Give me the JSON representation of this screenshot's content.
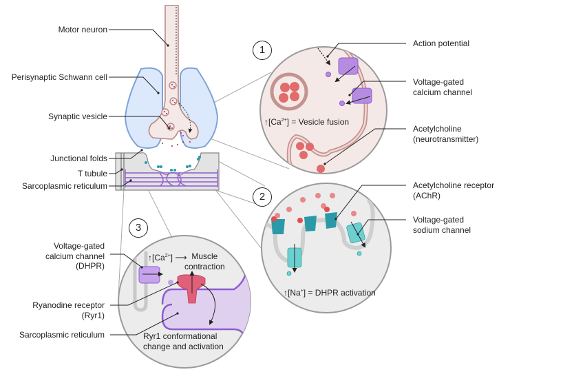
{
  "title": "Neuromuscular junction signaling",
  "colors": {
    "neuron_fill": "#f5e9e7",
    "neuron_stroke": "#b98a86",
    "schwann_fill": "#dce8fb",
    "schwann_stroke": "#7ea3d6",
    "muscle_fill": "#e3e3e3",
    "reticulum": "#8e5bd0",
    "ach": "#e07a7a",
    "achr": "#2a9aa8",
    "na_channel": "#5cc4c4",
    "ca_channel": "#b58ce0",
    "ryr1": "#e0607a",
    "callout_circle": "#9a9a9a"
  },
  "left_labels": {
    "motor_neuron": "Motor neuron",
    "schwann": "Perisynaptic Schwann cell",
    "vesicle": "Synaptic vesicle",
    "folds": "Junctional folds",
    "t_tubule": "T tubule",
    "sr": "Sarcoplasmic reticulum"
  },
  "panel1": {
    "number": "1",
    "caption_prefix": "[Ca",
    "caption_sup": "2+",
    "caption_suffix": "] = Vesicle fusion",
    "labels": {
      "action_potential": "Action potential",
      "vgcc_line1": "Voltage-gated",
      "vgcc_line2": "calcium channel",
      "ach_line1": "Acetylcholine",
      "ach_line2": "(neurotransmitter)"
    }
  },
  "panel2": {
    "number": "2",
    "caption_prefix": "[Na",
    "caption_sup": "+",
    "caption_suffix": "] = DHPR activation",
    "labels": {
      "achr_line1": "Acetylcholine receptor",
      "achr_line2": "(AChR)",
      "vgsc_line1": "Voltage-gated",
      "vgsc_line2": "sodium channel"
    }
  },
  "panel3": {
    "number": "3",
    "caption_prefix": "[Ca",
    "caption_sup": "2+",
    "caption_suffix": "]",
    "caption_result_line1": "Muscle",
    "caption_result_line2": "contraction",
    "ryr_caption_line1": "Ryr1 conformational",
    "ryr_caption_line2": "change and activation",
    "labels": {
      "dhpr_line1": "Voltage-gated",
      "dhpr_line2": "calcium channel",
      "dhpr_line3": "(DHPR)",
      "ryr_line1": "Ryanodine receptor",
      "ryr_line2": "(Ryr1)",
      "sr": "Sarcoplasmic reticulum"
    }
  },
  "arrow_up": "↑",
  "arrow_right": "⟶"
}
